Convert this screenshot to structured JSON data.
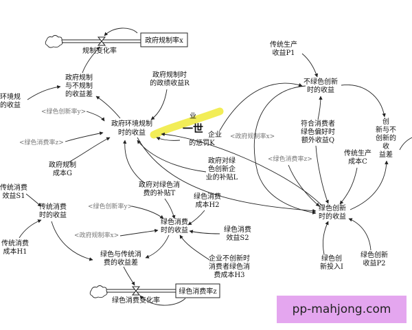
{
  "nodes": {
    "gov_rate": "政府规制率x",
    "gov_change": "规制变化率",
    "gov_diff_1": "政府规制",
    "gov_diff_2": "与不规制",
    "gov_diff_3": "的收益差",
    "gov_time_1": "政府规制时",
    "gov_time_2": "的政绩收益R",
    "gov_env_left_1": "环境规",
    "gov_env_left_2": "的收益",
    "green_innov_tag1": "<绿色创新率y>",
    "green_cons_tag1": "<绿色消费率z>",
    "gov_env_1": "政府环境规制",
    "gov_env_2": "时的收益",
    "gov_cost_1": "政府规制",
    "gov_cost_2": "成本G",
    "penalty_1": "企业",
    "penalty_2": "的惩罚K",
    "gov_rate_tag1": "<政府规制率x>",
    "subsidy_t_1": "政府对绿色消",
    "subsidy_t_2": "费的补贴T",
    "subsidy_l_1": "政府对绿",
    "subsidy_l_2": "色创新企",
    "subsidy_l_3": "业的补贴L",
    "trad_prod_1": "传统生产",
    "trad_prod_2": "收益P1",
    "non_green_1": "不绿色创新",
    "non_green_2": "时的收益",
    "pref_1": "符合消费者",
    "pref_2": "绿色偏好时",
    "pref_3": "额外收益Q",
    "cost_c_1": "传统生产",
    "cost_c_2": "成本C",
    "innov_diff_1": "创",
    "innov_diff_2": "新与不",
    "innov_diff_3": "创新的",
    "innov_diff_4": "收",
    "innov_diff_5": "益差",
    "green_cons_tag2": "<绿色消费率z>",
    "green_innov_1": "绿色创新",
    "green_innov_2": "时的收益",
    "innov_input_1": "绿色创",
    "innov_input_2": "新投入I",
    "innov_p2_1": "绿色创新",
    "innov_p2_2": "收益P2",
    "trad_s1_1": "传统消费",
    "trad_s1_2": "效益S1",
    "trad_time_1": "传统消费",
    "trad_time_2": "时的收益",
    "trad_h1_1": "传统消费",
    "trad_h1_2": "成本H1",
    "green_innov_tag2": "<绿色创新率y>",
    "green_h2_1": "绿色消费",
    "green_h2_2": "成本H2",
    "gov_rate_tag2": "<政府规制率x>",
    "green_time_1": "绿色消费",
    "green_time_2": "时的收益",
    "green_s2_1": "绿色消费",
    "green_s2_2": "效益S2",
    "cons_diff_1": "绿色与传统消",
    "cons_diff_2": "费的收益差",
    "h3_1": "企业不创新时",
    "h3_2": "消费者绿色消",
    "h3_3": "费成本H3",
    "cons_rate": "绿色消费率z",
    "cons_change": "绿色消费变化率",
    "scribble": "一世",
    "scribble_small": "业"
  },
  "watermark": "pp-mahjong.com"
}
